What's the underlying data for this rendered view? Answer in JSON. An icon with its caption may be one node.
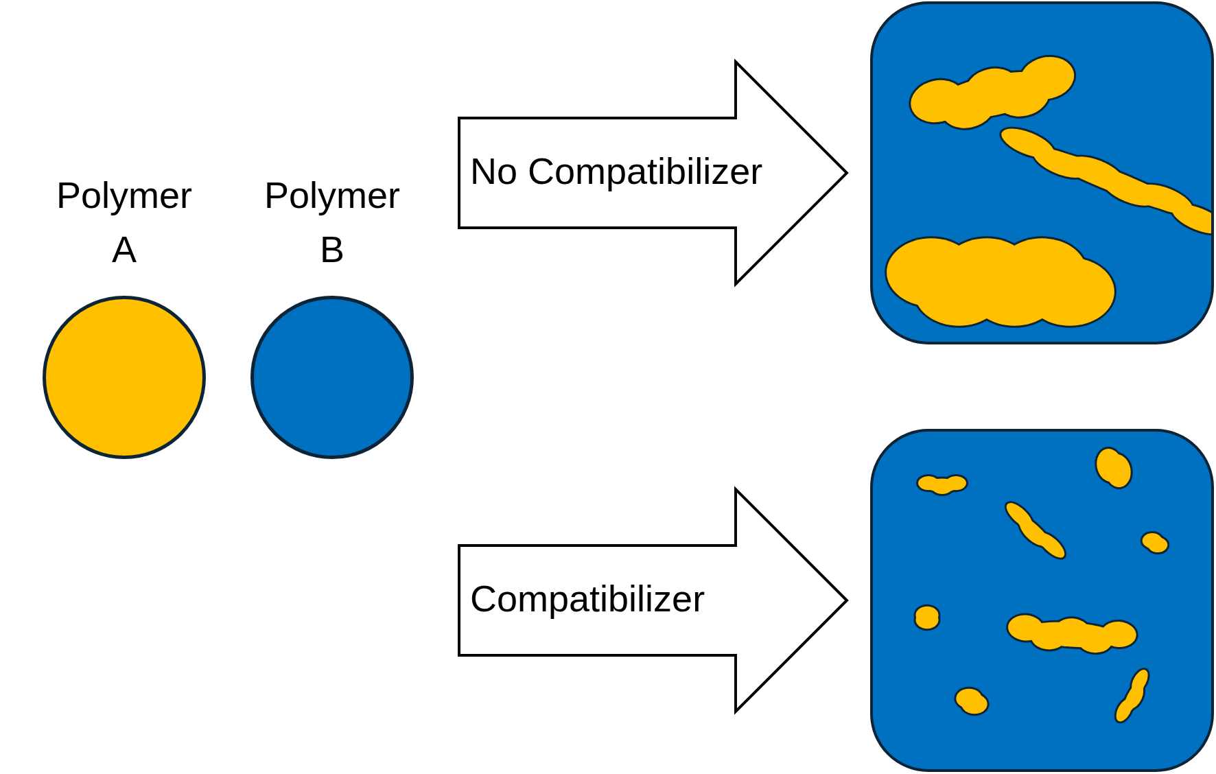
{
  "diagram": {
    "nodes": [
      {
        "text": [
          "Polymer A"
        ]
      },
      {
        "text": [
          "Polymer B"
        ]
      },
      {
        "text": [],
        "shape": "box"
      },
      {
        "text": [],
        "shape": "box"
      }
    ],
    "edges": [
      {
        "from": null,
        "to": 2,
        "arrow": "to",
        "label": "No Compatibilizer"
      },
      {
        "from": null,
        "to": 3,
        "arrow": "to",
        "label": "Compatibilizer"
      }
    ]
  }
}
